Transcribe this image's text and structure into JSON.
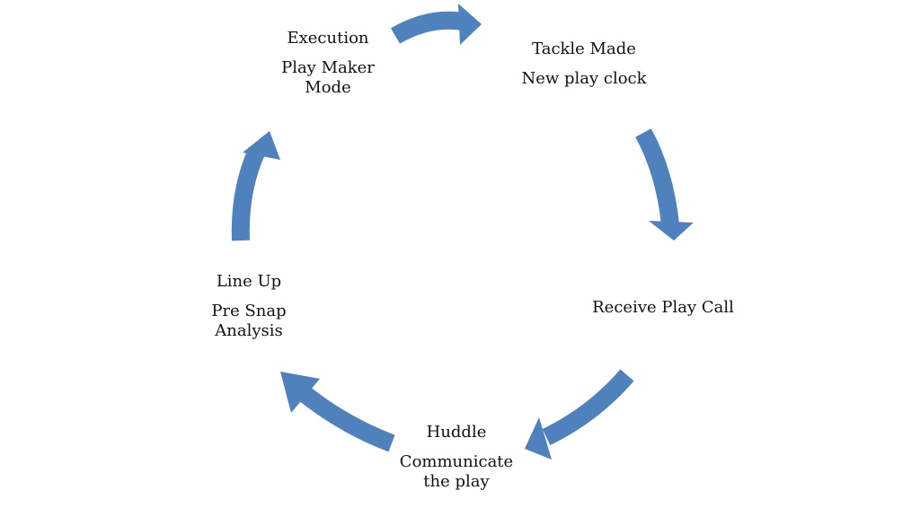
{
  "colors": {
    "arrow": "#4f81bd",
    "text": "#111111"
  },
  "stages": [
    {
      "title": "Execution",
      "lines": [
        "Play Maker",
        "Mode"
      ]
    },
    {
      "title": "Tackle Made",
      "lines": [
        "New play clock"
      ]
    },
    {
      "title": "Receive Play Call",
      "lines": []
    },
    {
      "title": "Huddle",
      "lines": [
        "Communicate",
        "the play"
      ]
    },
    {
      "title": "Line Up",
      "lines": [
        "Pre Snap",
        "Analysis"
      ]
    }
  ]
}
